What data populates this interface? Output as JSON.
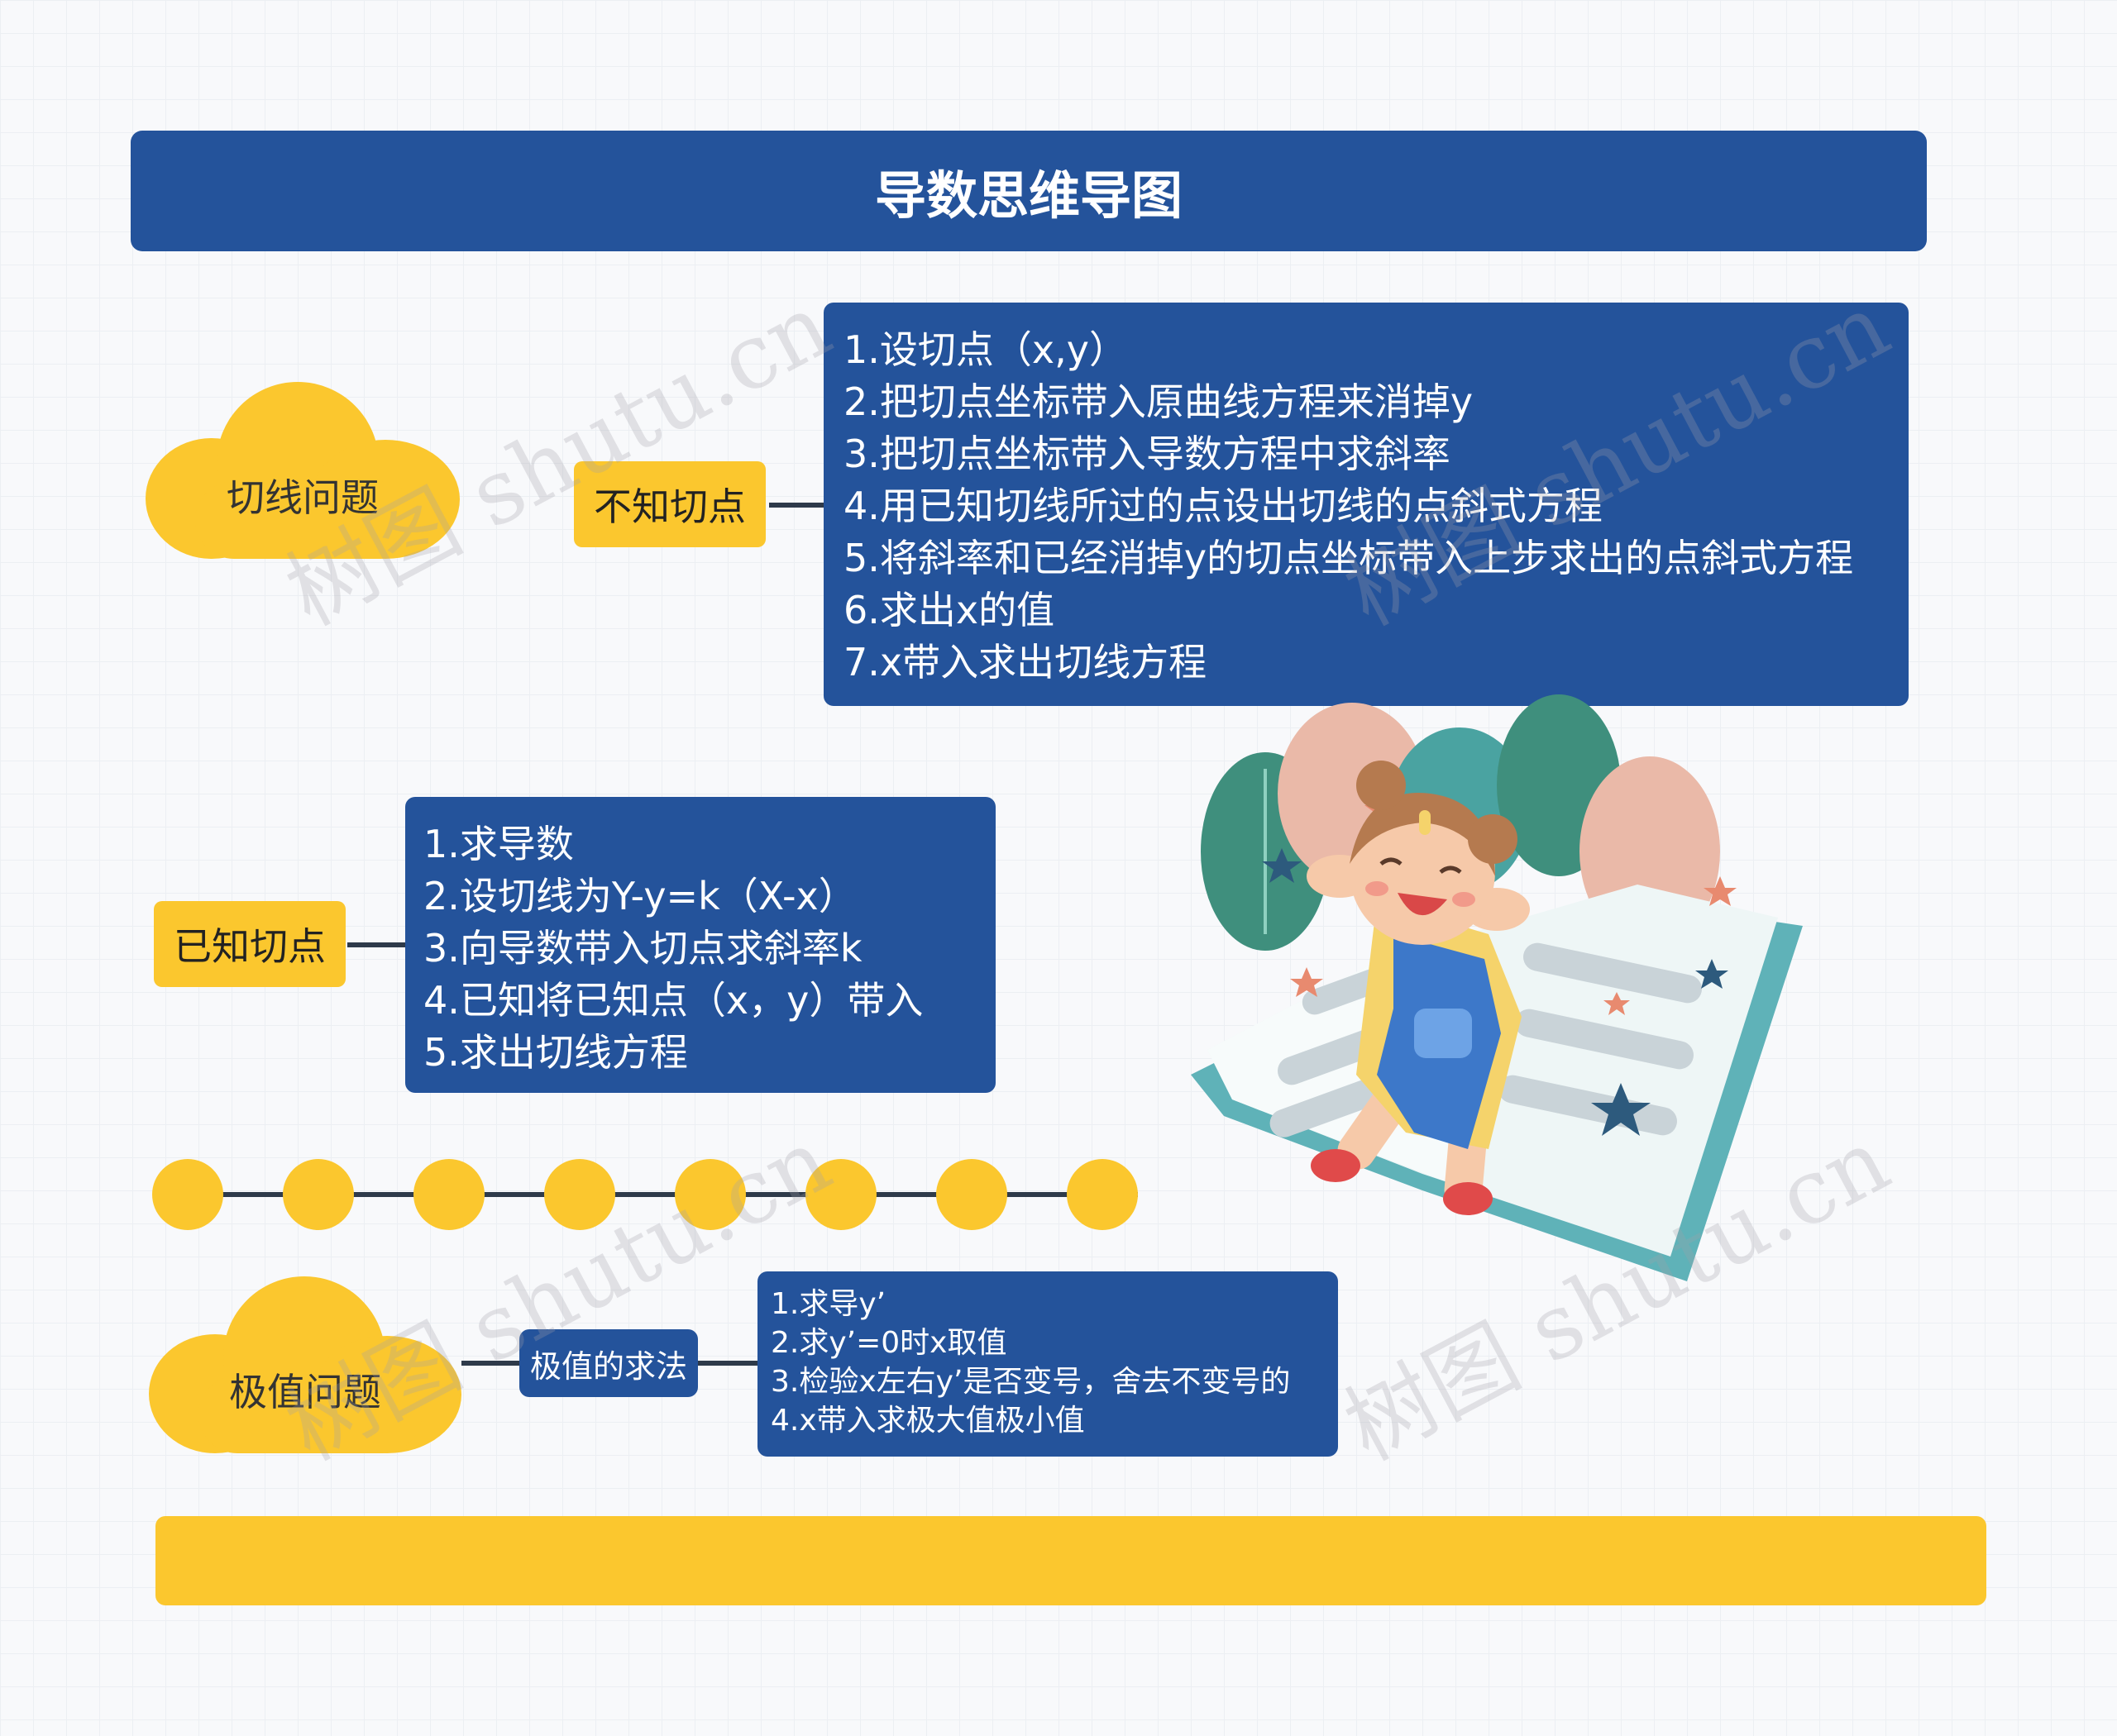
{
  "title": "导数思维导图",
  "tangent": {
    "cloud_label": "切线问题",
    "unknown": {
      "tag": "不知切点",
      "steps": [
        "1.设切点（x,y）",
        "2.把切点坐标带入原曲线方程来消掉y",
        "3.把切点坐标带入导数方程中求斜率",
        "4.用已知切线所过的点设出切线的点斜式方程",
        "5.将斜率和已经消掉y的切点坐标带入上步求出的点斜式方程",
        "6.求出x的值",
        "7.x带入求出切线方程"
      ]
    },
    "known": {
      "tag": "已知切点",
      "steps": [
        "1.求导数",
        "2.设切线为Y-y=k（X-x）",
        "3.向导数带入切点求斜率k",
        "4.已知将已知点（x，y）带入",
        "5.求出切线方程"
      ]
    }
  },
  "extreme": {
    "cloud_label": "极值问题",
    "tag": "极值的求法",
    "steps": [
      "1.求导y’",
      "2.求y’=0时x取值",
      "3.检验x左右y’是否变号，舍去不变号的",
      "4.x带入求极大值极小值"
    ]
  },
  "watermark": "树图 shutu.cn",
  "colors": {
    "blue": "#24539b",
    "yellow": "#fbc72e",
    "line": "#2e3a4a"
  }
}
